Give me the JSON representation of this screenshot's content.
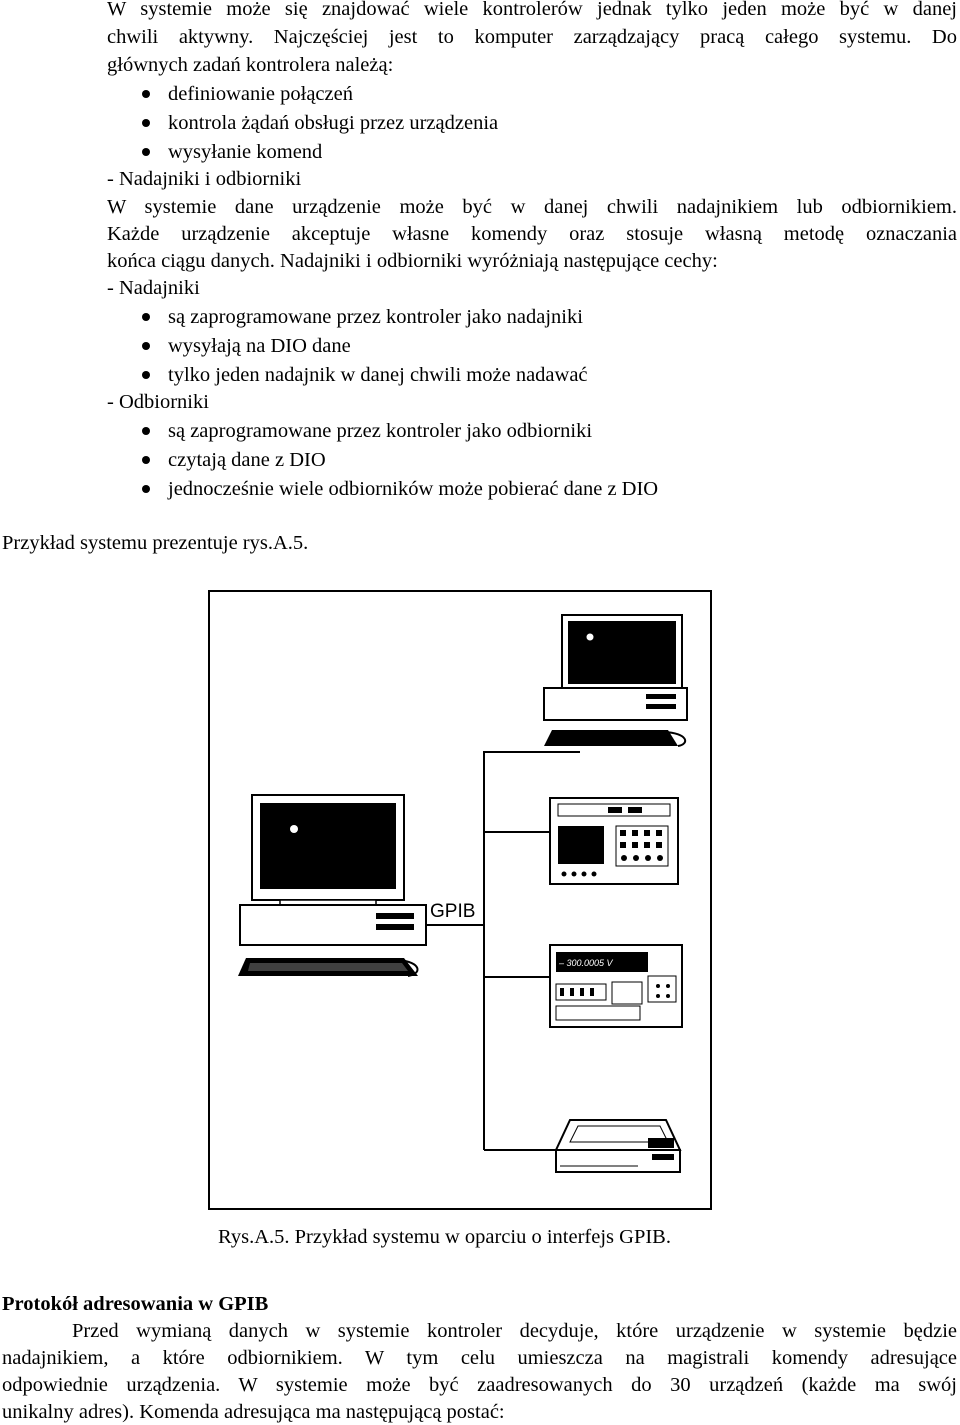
{
  "intro": {
    "line1": "W systemie może się znajdować wiele kontrolerów jednak tylko jeden może być w danej",
    "line2": "chwili aktywny. Najczęściej jest to komputer zarządzający pracą całego systemu. Do",
    "line3": "głównych zadań kontrolera należą:"
  },
  "controller_tasks": [
    "definiowanie połączeń",
    "kontrola żądań obsługi przez urządzenia",
    "wysyłanie komend"
  ],
  "talkers_listeners": {
    "heading": "-  Nadajniki i odbiorniki",
    "para_line1": "W systemie dane urządzenie może być w danej chwili nadajnikiem lub odbiornikiem.",
    "para_line2": "Każde urządzenie akceptuje własne komendy oraz stosuje własną metodę oznaczania",
    "para_line3": "końca ciągu danych. Nadajniki i odbiorniki wyróżniają następujące cechy:"
  },
  "talkers": {
    "heading": "-  Nadajniki",
    "items": [
      "są zaprogramowane przez kontroler jako nadajniki",
      "wysyłają na DIO dane",
      "tylko jeden nadajnik w danej chwili może nadawać"
    ]
  },
  "listeners": {
    "heading": "-  Odbiorniki",
    "items": [
      "są zaprogramowane przez kontroler jako odbiorniki",
      "czytają dane z DIO",
      "jednocześnie wiele odbiorników może pobierać dane z DIO"
    ]
  },
  "example_ref": "Przykład systemu prezentuje rys.A.5.",
  "figure": {
    "bus_label": "GPIB",
    "display_reading": "– 300.0005    V",
    "caption": "Rys.A.5. Przykład systemu w oparciu o interfejs GPIB."
  },
  "protocol": {
    "heading": "Protokół adresowania w GPIB",
    "line1": "Przed wymianą danych w systemie kontroler decyduje, które urządzenie w systemie będzie",
    "line2": "nadajnikiem, a które odbiornikiem. W tym celu umieszcza na magistrali komendy adresujące",
    "line3": "odpowiednie urządzenia. W systemie może być zaadresowanych  do 30 urządzeń (każde ma swój",
    "line4": "unikalny adres). Komenda adresująca ma następującą postać:"
  }
}
